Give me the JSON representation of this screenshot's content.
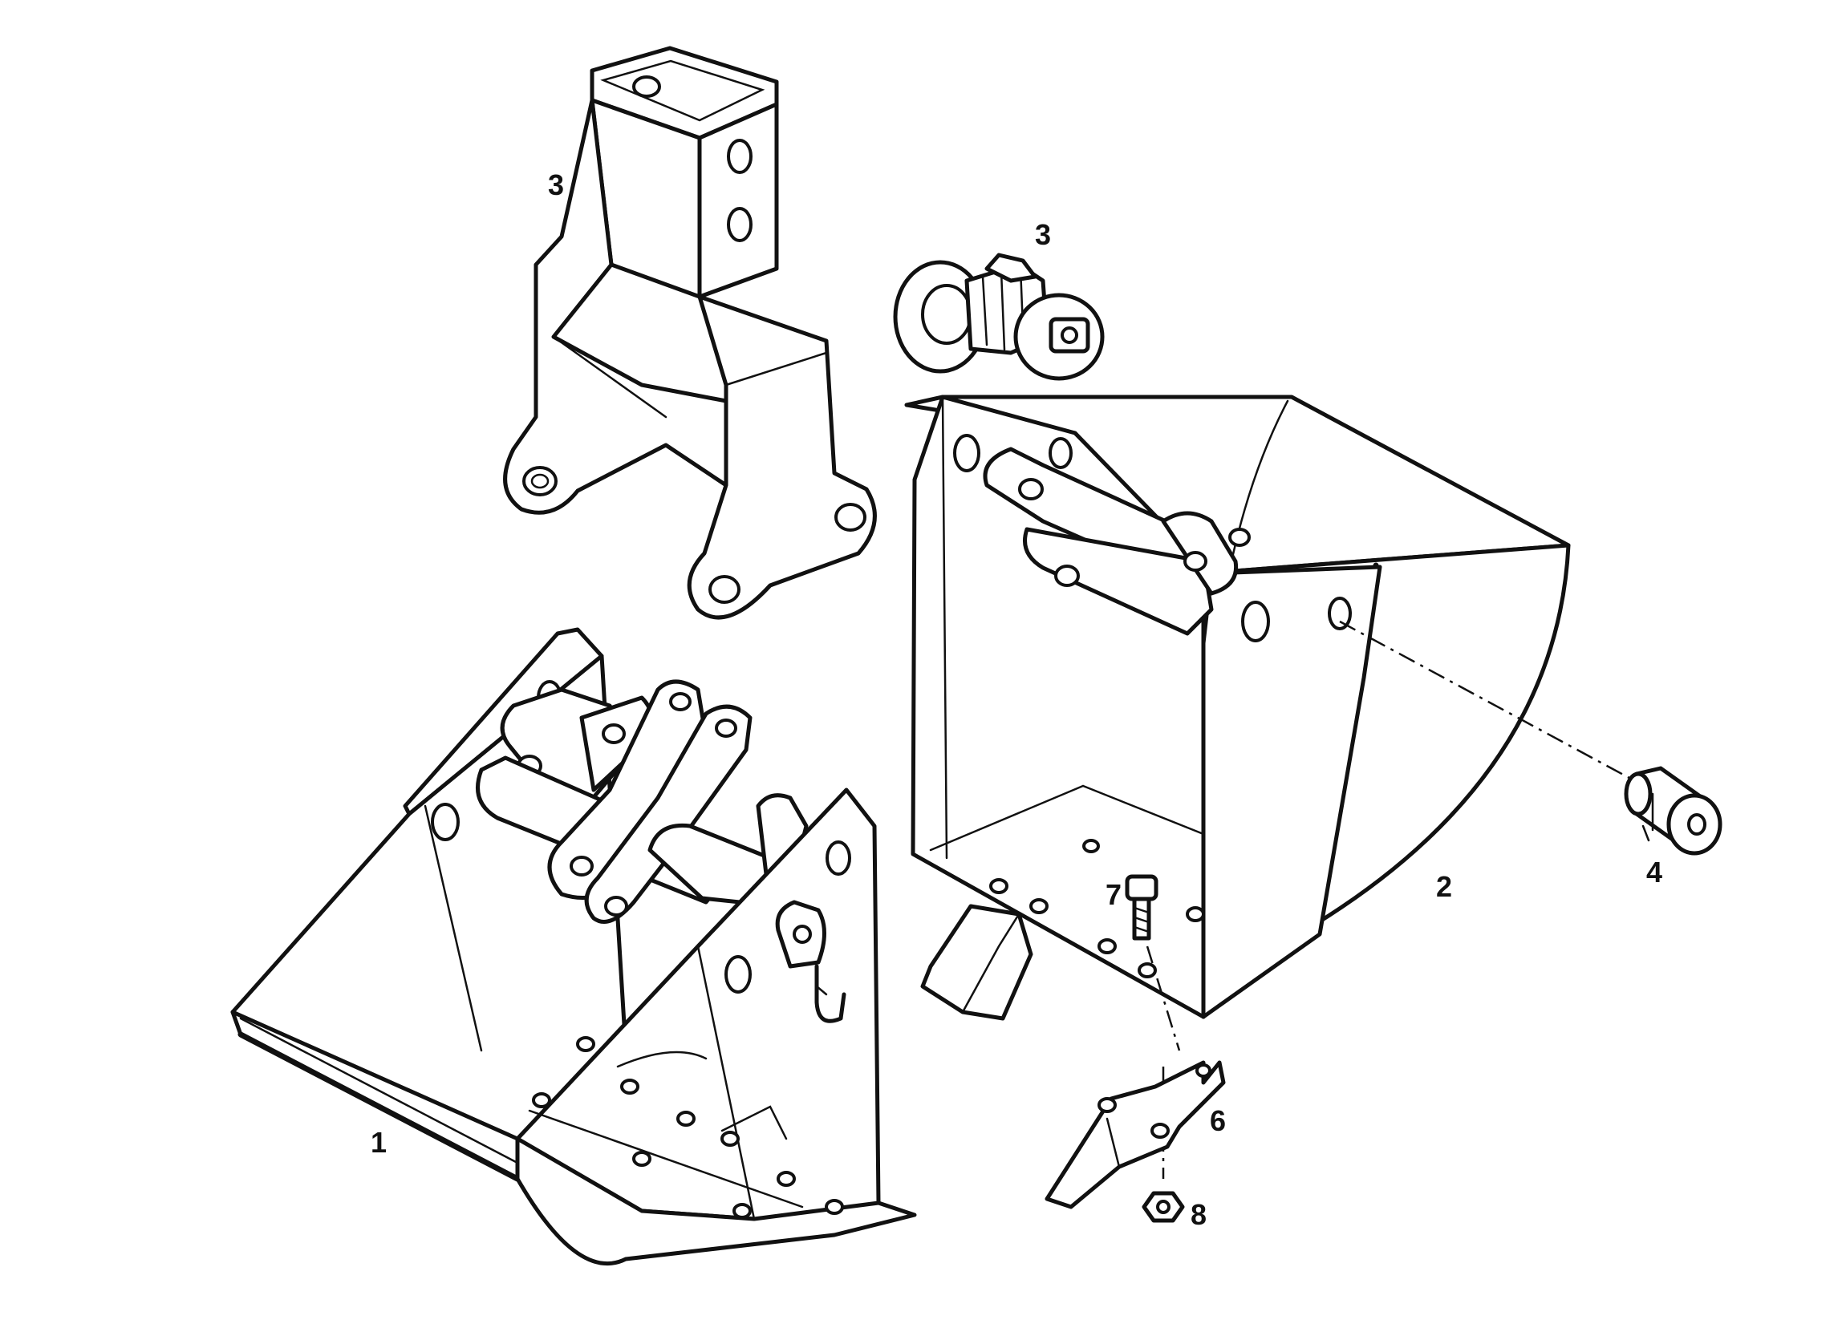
{
  "callouts": {
    "part_1": "1",
    "part_2": "2",
    "part_3_bracket": "3",
    "part_3_swivel": "3",
    "part_4": "4",
    "part_6": "6",
    "part_7": "7",
    "part_8": "8"
  },
  "colors": {
    "line": "#111111",
    "background": "#ffffff"
  }
}
